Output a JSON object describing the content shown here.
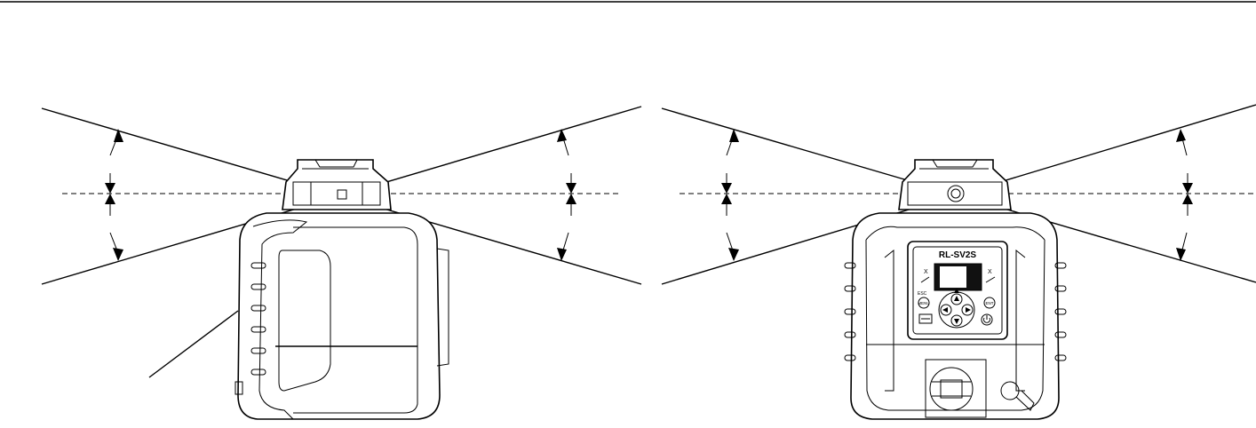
{
  "device": {
    "model_label": "RL-SV2S",
    "button_labels": {
      "menu": "MENU",
      "ent": "ENT",
      "esc": "ESC"
    }
  }
}
